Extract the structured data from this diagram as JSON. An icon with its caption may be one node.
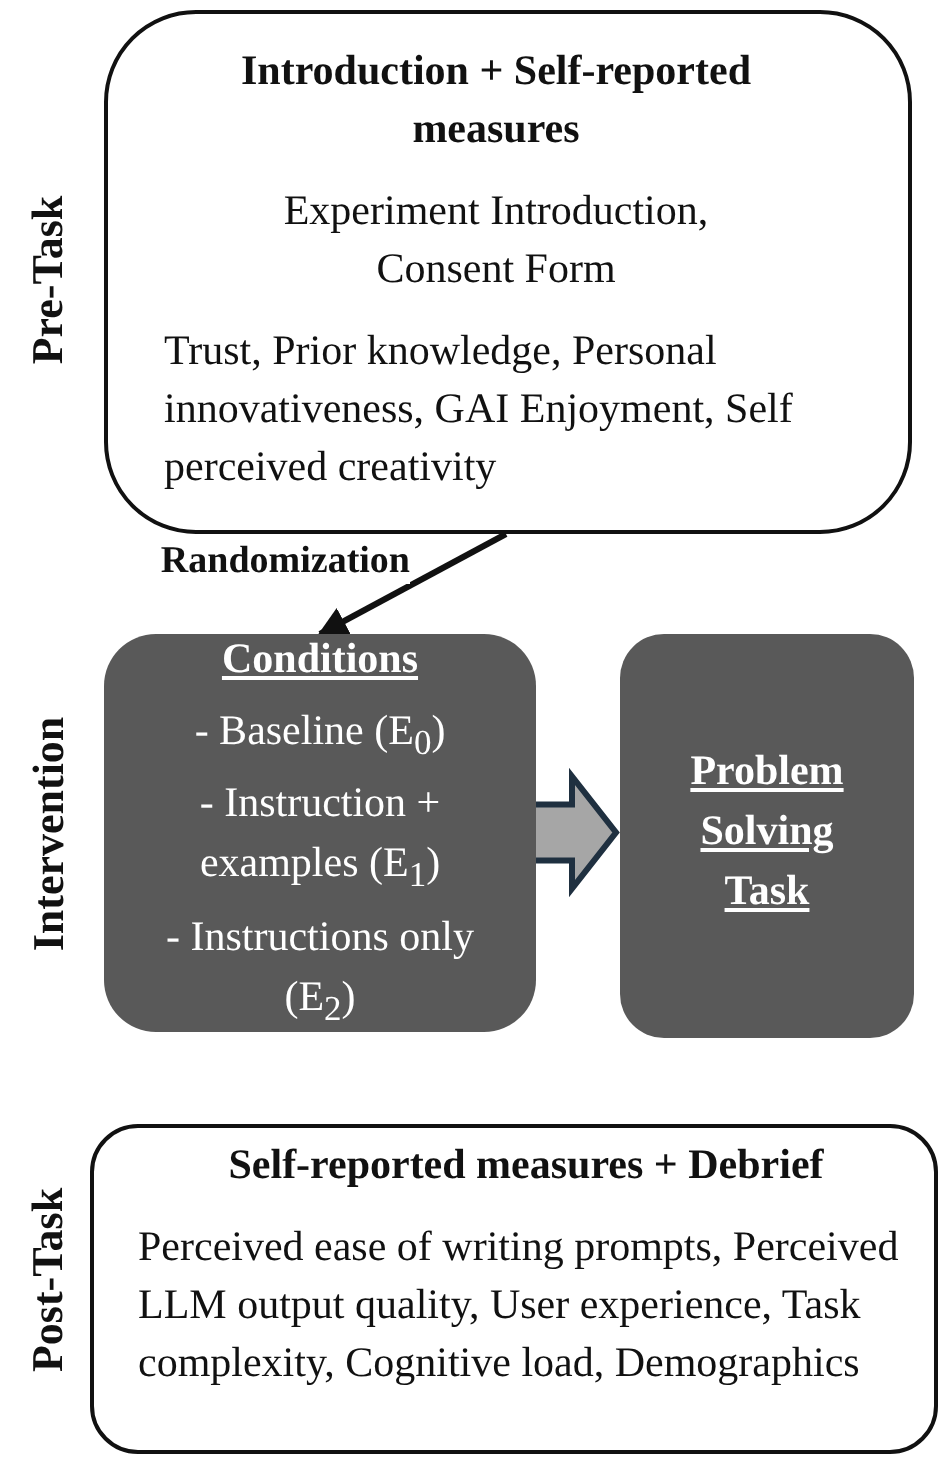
{
  "diagram": {
    "nodes": [
      {
        "text": [
          "Introduction + Self-reported measures",
          "Experiment Introduction, Consent Form",
          "Trust, Prior knowledge, Personal innovativeness, GAI Enjoyment, Self perceived creativity"
        ]
      },
      {
        "text": [
          "Conditions",
          "- Baseline (E$_{0}$)",
          "- Instruction + examples (E$_{1}$)",
          "- Instructions only (E$_{2}$)"
        ]
      },
      {
        "text": [
          "Problem Solving Task"
        ]
      },
      {
        "text": [
          "Self-reported measures + Debrief",
          "Perceived ease of writing prompts, Perceived LLM output quality, User experience, Task complexity, Cognitive load, Demographics"
        ]
      }
    ],
    "edges": [
      {
        "from": 0,
        "to": 1,
        "arrow": "to",
        "label": "Randomization"
      },
      {
        "from": 1,
        "to": 2,
        "arrow": "to",
        "style": "thick"
      }
    ],
    "labels": [
      "Pre-Task",
      "Intervention",
      "Post-Task"
    ]
  }
}
